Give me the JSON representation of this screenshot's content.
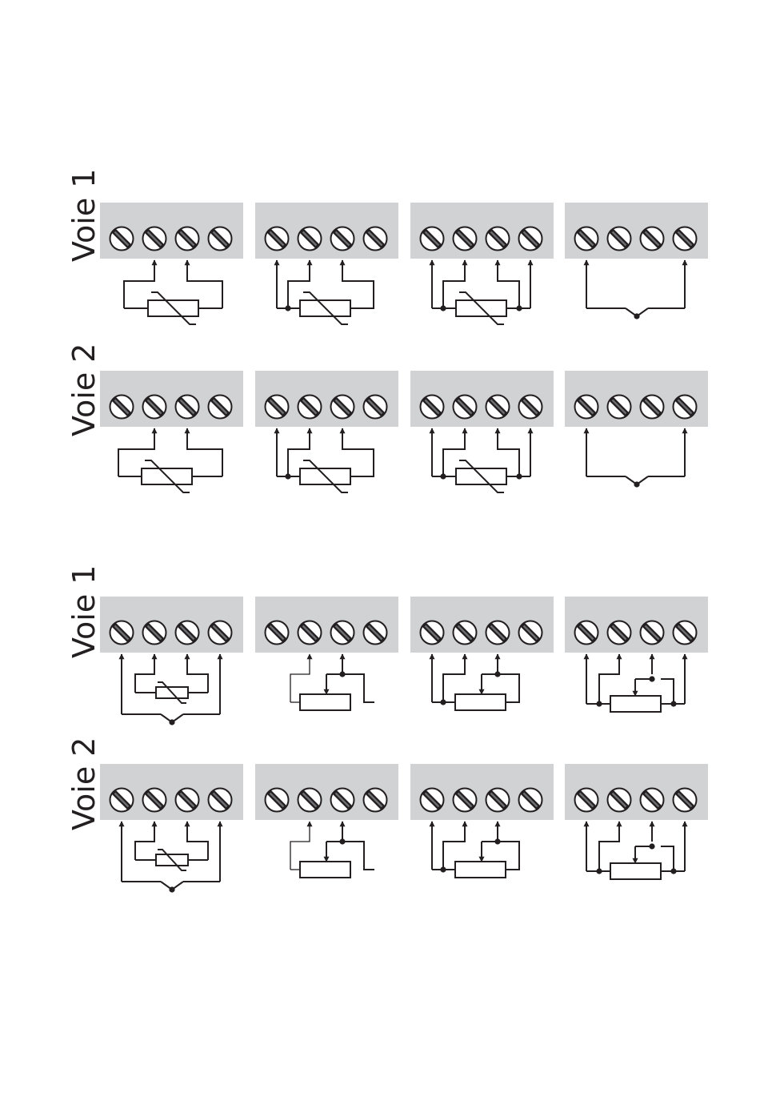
{
  "labels": {
    "voie1": "Voie 1",
    "voie2": "Voie 2"
  },
  "colors": {
    "terminal_block": "#d1d2d4",
    "line": "#231f20",
    "screw_slot_highlight": "#6d6e71",
    "background": "#ffffff"
  },
  "sections": [
    {
      "rows": [
        {
          "label_key": "voie1",
          "terminals": 4,
          "blocks": [
            {
              "wiring": "2-wire",
              "sensor": "thermistor"
            },
            {
              "wiring": "3-wire",
              "sensor": "thermistor"
            },
            {
              "wiring": "4-wire",
              "sensor": "thermistor"
            },
            {
              "wiring": "2-wire",
              "sensor": "thermocouple"
            }
          ]
        },
        {
          "label_key": "voie2",
          "terminals": 4,
          "blocks": [
            {
              "wiring": "2-wire",
              "sensor": "thermistor"
            },
            {
              "wiring": "3-wire",
              "sensor": "thermistor"
            },
            {
              "wiring": "4-wire",
              "sensor": "thermistor"
            },
            {
              "wiring": "2-wire",
              "sensor": "thermocouple"
            }
          ]
        }
      ]
    },
    {
      "rows": [
        {
          "label_key": "voie1",
          "terminals": 4,
          "blocks": [
            {
              "wiring": "4-wire",
              "sensor": "thermistor with thermocouple"
            },
            {
              "wiring": "3-wire",
              "sensor": "potentiometer"
            },
            {
              "wiring": "4-wire",
              "sensor": "potentiometer"
            },
            {
              "wiring": "5-wire",
              "sensor": "potentiometer"
            }
          ]
        },
        {
          "label_key": "voie2",
          "terminals": 4,
          "blocks": [
            {
              "wiring": "4-wire",
              "sensor": "thermistor with thermocouple"
            },
            {
              "wiring": "3-wire",
              "sensor": "potentiometer"
            },
            {
              "wiring": "4-wire",
              "sensor": "potentiometer"
            },
            {
              "wiring": "5-wire",
              "sensor": "potentiometer"
            }
          ]
        }
      ]
    }
  ]
}
